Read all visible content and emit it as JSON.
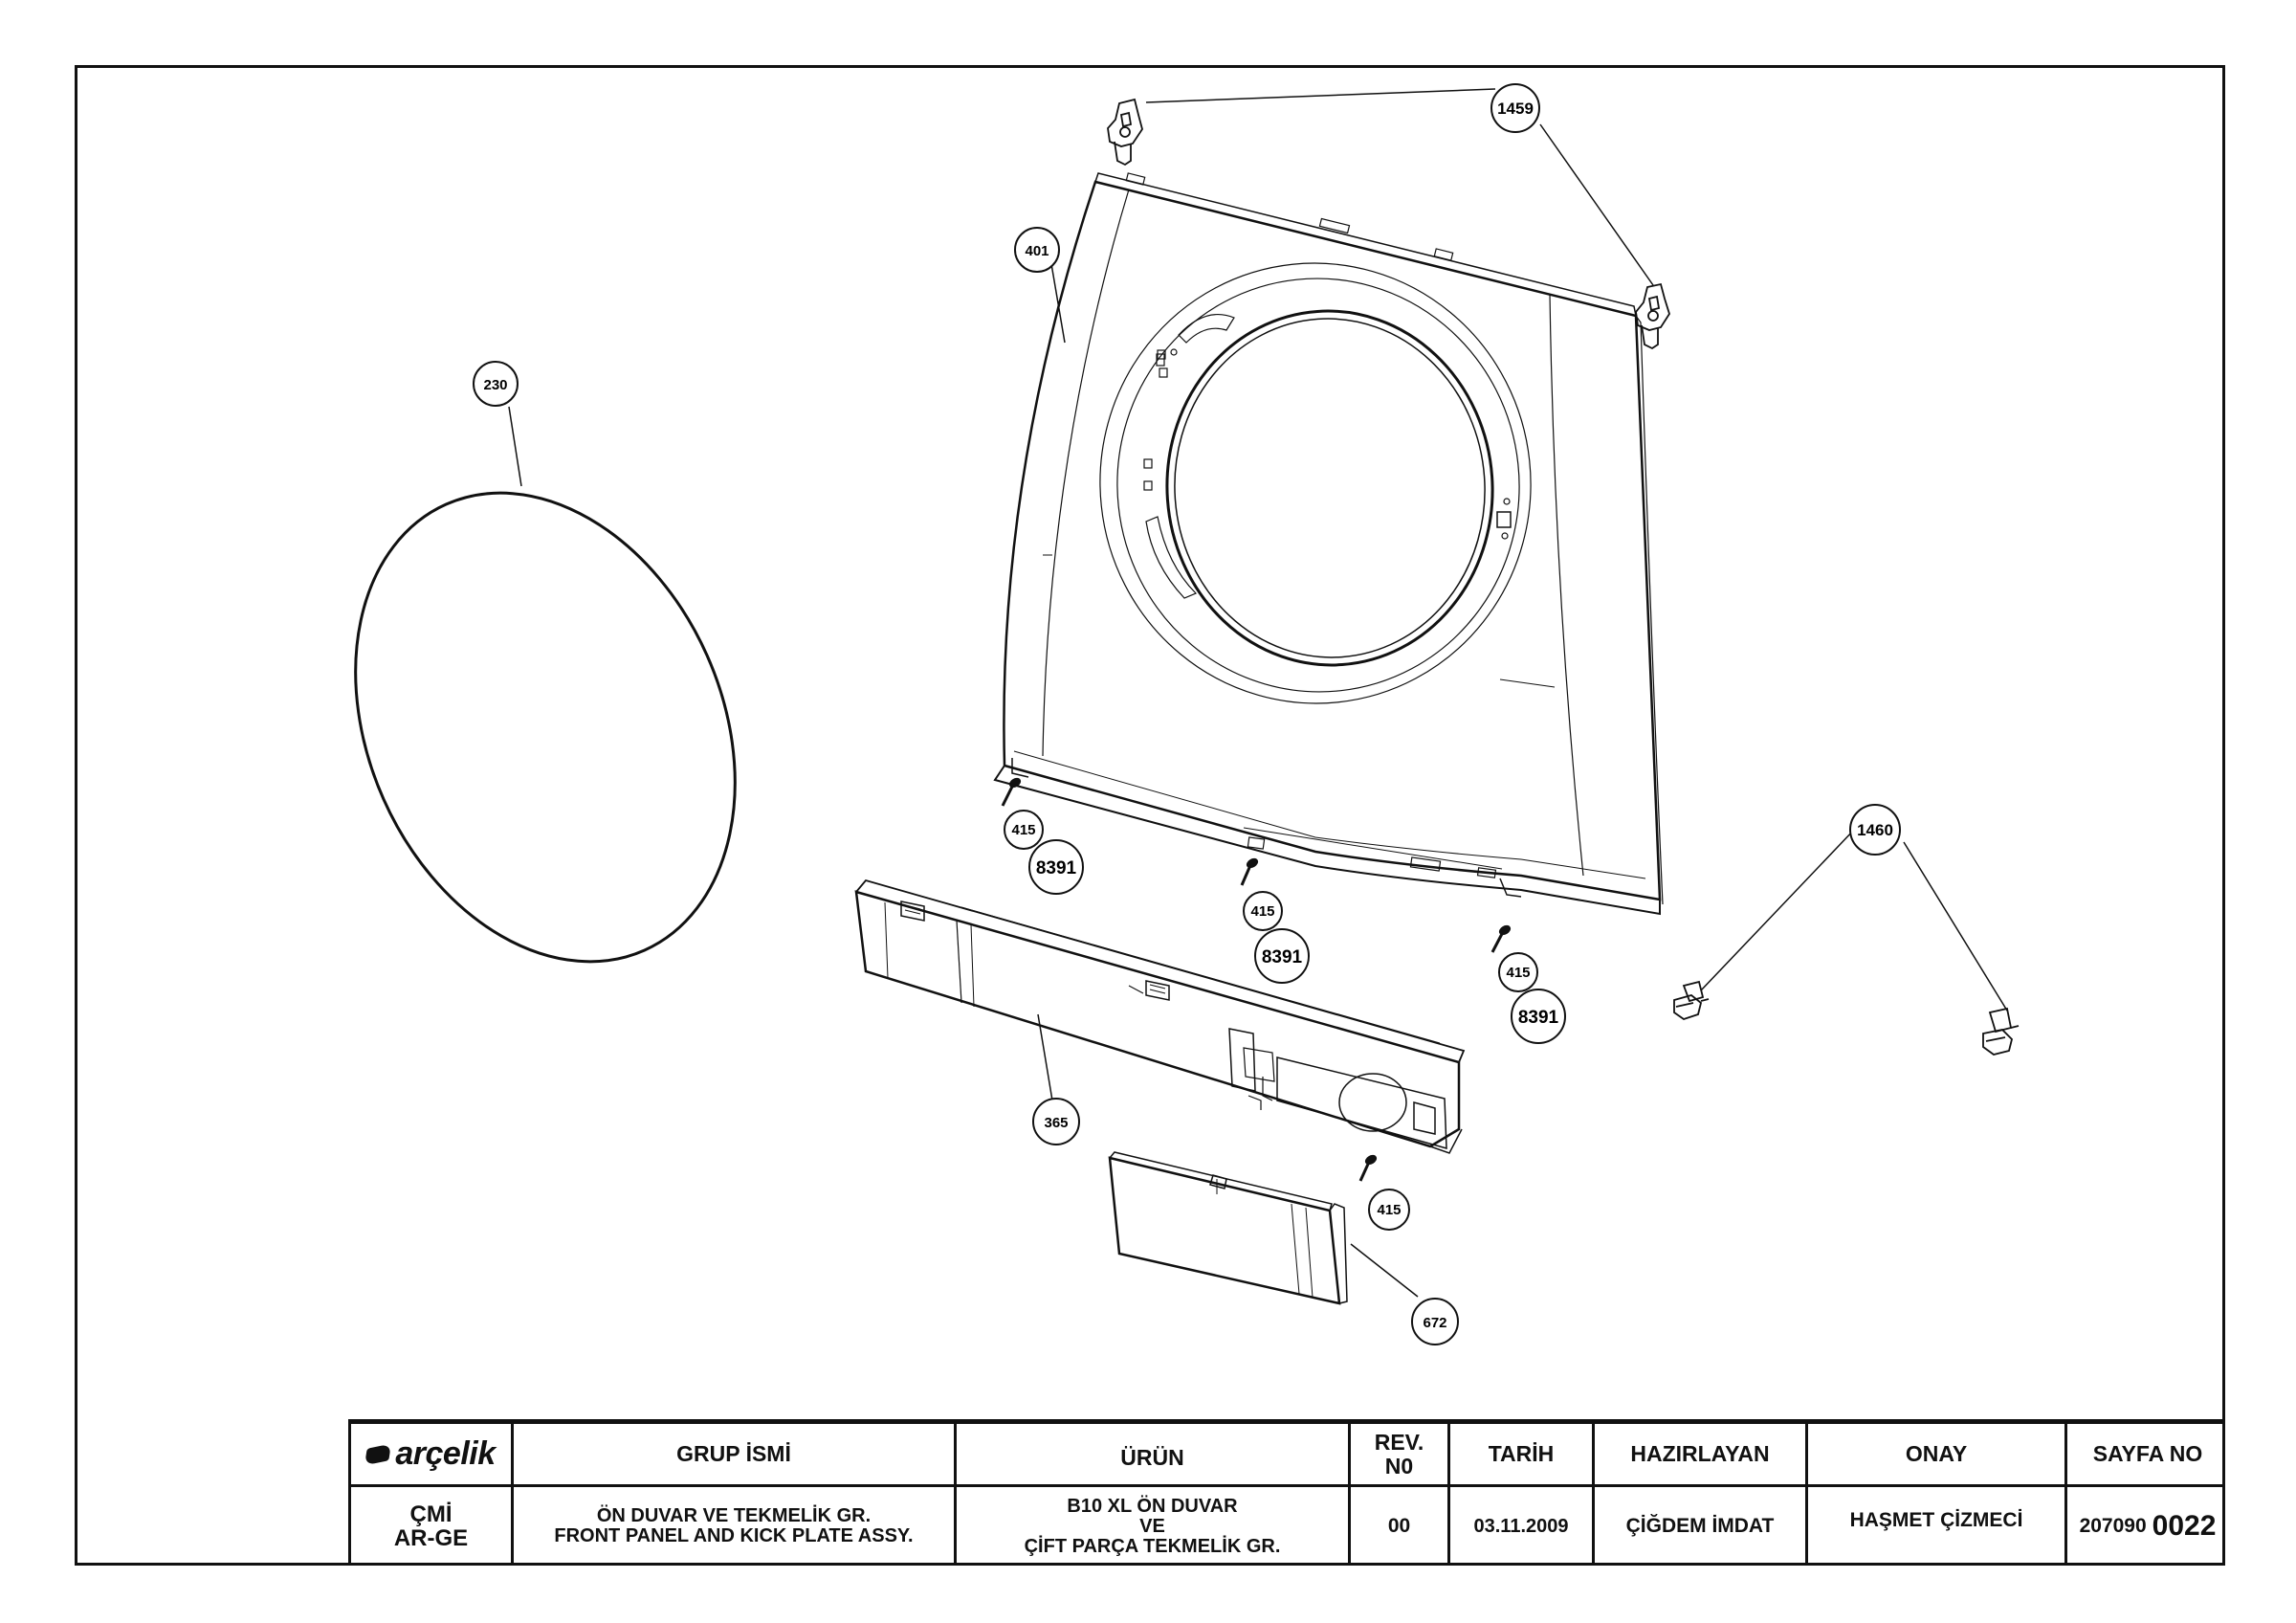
{
  "callouts": {
    "c1459": "1459",
    "c401": "401",
    "c230": "230",
    "c1460": "1460",
    "c415a": "415",
    "c8391a": "8391",
    "c415b": "415",
    "c8391b": "8391",
    "c415c": "415",
    "c8391c": "8391",
    "c365": "365",
    "c415d": "415",
    "c672": "672"
  },
  "title_block": {
    "logo_text": "arçelik",
    "headers": {
      "group_name": "GRUP İSMİ",
      "product": "ÜRÜN",
      "rev_no_line1": "REV.",
      "rev_no_line2": "N0",
      "date": "TARİH",
      "prepared_by": "HAZIRLAYAN",
      "approval": "ONAY",
      "page_no": "SAYFA NO"
    },
    "values": {
      "dept_line1": "ÇMİ",
      "dept_line2": "AR-GE",
      "group_line1": "ÖN DUVAR VE TEKMELİK GR.",
      "group_line2": "FRONT PANEL AND KICK PLATE ASSY.",
      "product_line1": "B10 XL ÖN DUVAR",
      "product_line2": "VE",
      "product_line3": "ÇİFT PARÇA TEKMELİK GR.",
      "rev": "00",
      "date": "03.11.2009",
      "prepared_by": "ÇİĞDEM İMDAT",
      "approval": "HAŞMET ÇİZMECİ",
      "page_prefix": "207090",
      "page_number": "0022"
    }
  },
  "colors": {
    "line": "#111111",
    "background": "#ffffff",
    "hidden_line": "#888888"
  }
}
